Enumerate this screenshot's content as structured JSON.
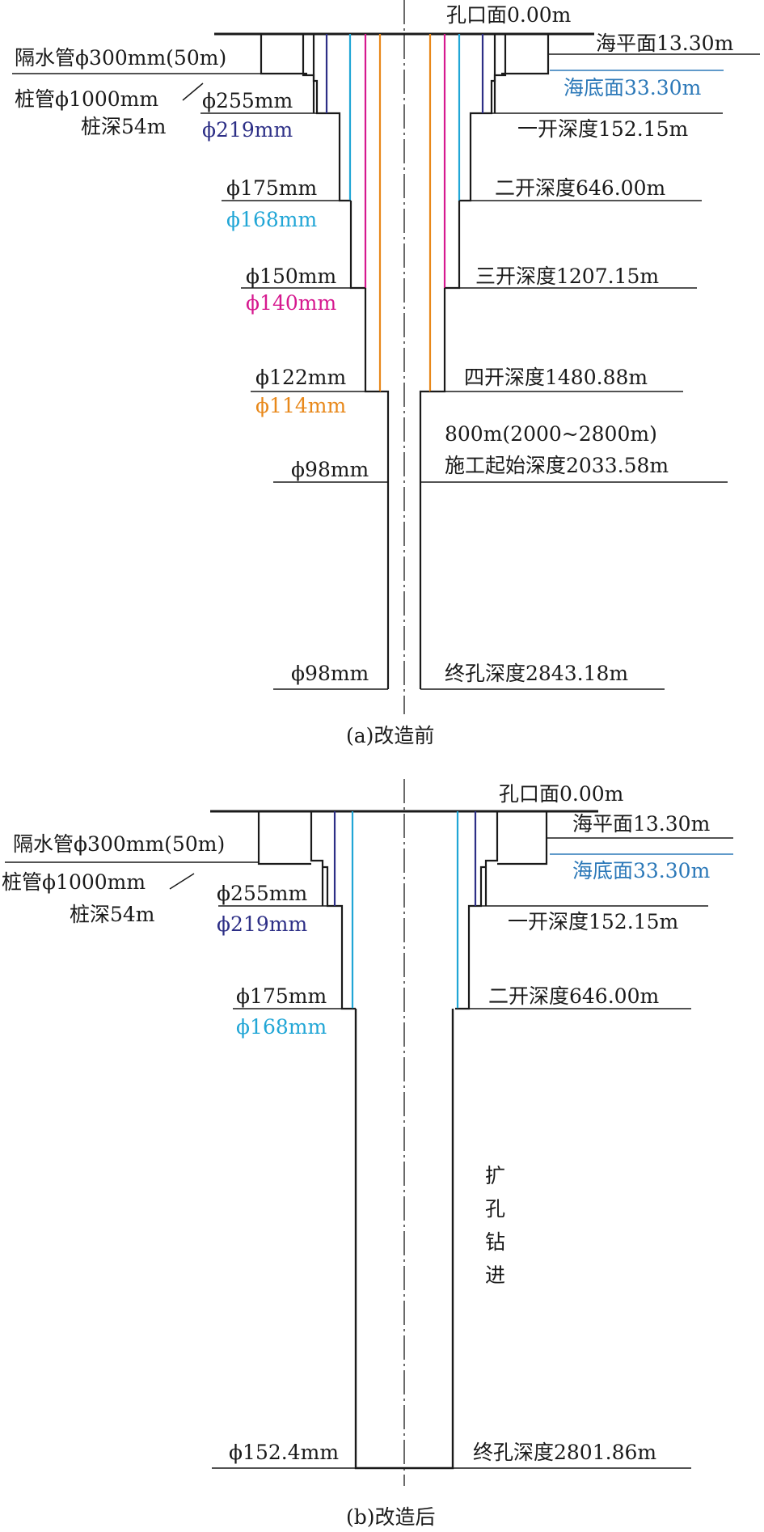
{
  "colors": {
    "black": "#1a1a1a",
    "sea_blue": "#2b78b8",
    "navy": "#2d2f86",
    "cyan": "#21a6d6",
    "magenta": "#d6198f",
    "orange": "#e8881a"
  },
  "diagram_a": {
    "caption": "(a)改造前",
    "wellhead": "孔口面0.00m",
    "sea_level": "海平面13.30m",
    "seabed": "海底面33.30m",
    "riser": "隔水管ϕ300mm(50m)",
    "pile": "桩管ϕ1000mm",
    "pile_depth": "桩深54m",
    "d255": "ϕ255mm",
    "d219": "ϕ219mm",
    "d175": "ϕ175mm",
    "d168": "ϕ168mm",
    "d150": "ϕ150mm",
    "d140": "ϕ140mm",
    "d122": "ϕ122mm",
    "d114": "ϕ114mm",
    "d98a": "ϕ98mm",
    "d98b": "ϕ98mm",
    "open1": "一开深度152.15m",
    "open2": "二开深度646.00m",
    "open3": "三开深度1207.15m",
    "open4": "四开深度1480.88m",
    "range": "800m(2000~2800m)",
    "start_depth": "施工起始深度2033.58m",
    "final_depth": "终孔深度2843.18m"
  },
  "diagram_b": {
    "caption": "(b)改造后",
    "wellhead": "孔口面0.00m",
    "sea_level": "海平面13.30m",
    "seabed": "海底面33.30m",
    "riser": "隔水管ϕ300mm(50m)",
    "pile": "桩管ϕ1000mm",
    "pile_depth": "桩深54m",
    "d255": "ϕ255mm",
    "d219": "ϕ219mm",
    "d175": "ϕ175mm",
    "d168": "ϕ168mm",
    "open1": "一开深度152.15m",
    "open2": "二开深度646.00m",
    "ream_chars": [
      "扩",
      "孔",
      "钻",
      "进"
    ],
    "d152": "ϕ152.4mm",
    "final_depth": "终孔深度2801.86m"
  }
}
